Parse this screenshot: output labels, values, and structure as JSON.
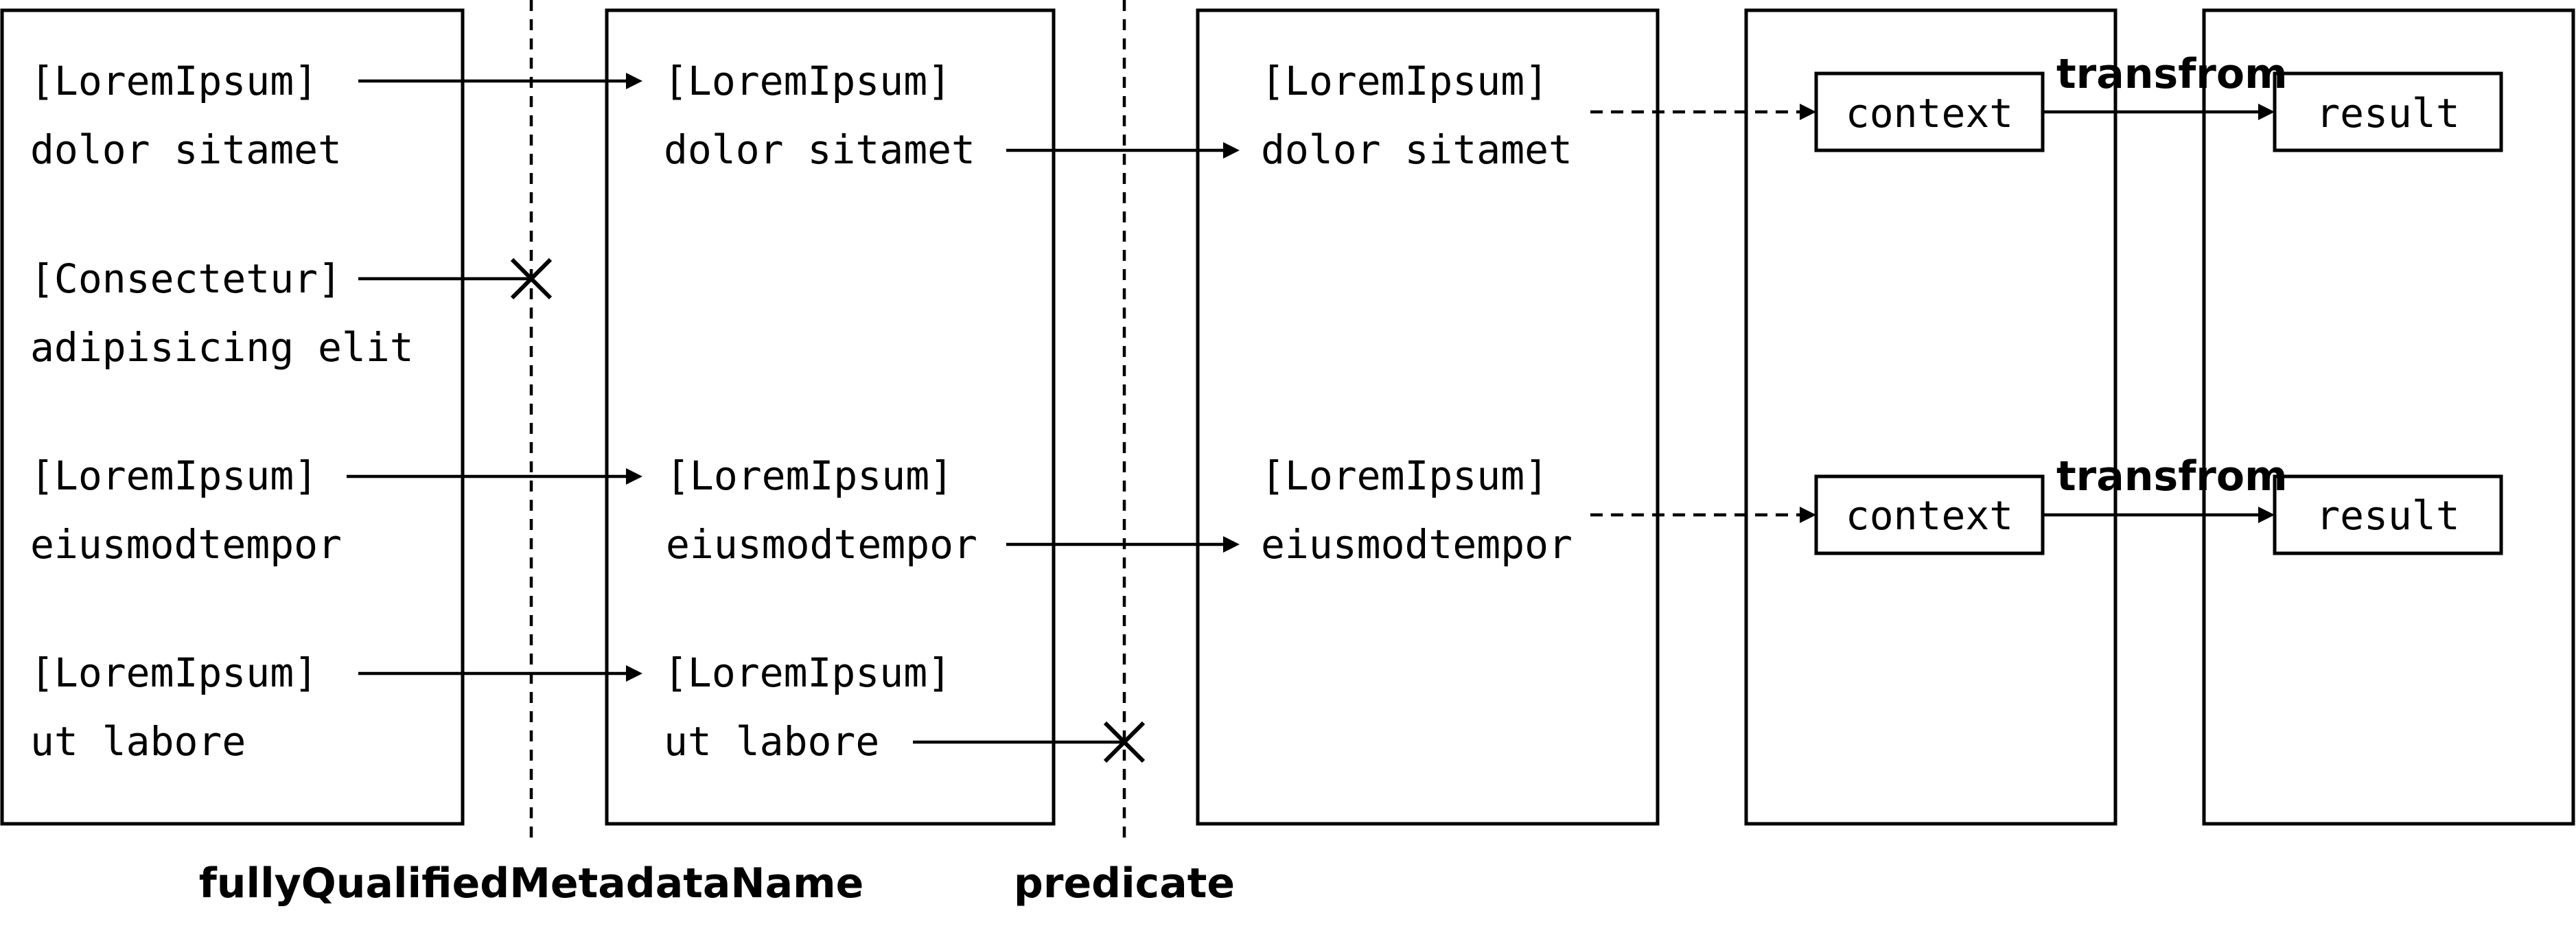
{
  "columns": {
    "source": {
      "items": [
        {
          "tag": "[LoremIpsum]",
          "text": "dolor sitamet"
        },
        {
          "tag": "[Consectetur]",
          "text": "adipisicing elit"
        },
        {
          "tag": "[LoremIpsum]",
          "text": "eiusmodtempor"
        },
        {
          "tag": "[LoremIpsum]",
          "text": "ut labore"
        }
      ]
    },
    "filtered": {
      "items": [
        {
          "tag": "[LoremIpsum]",
          "text": "dolor sitamet"
        },
        {
          "tag": "[LoremIpsum]",
          "text": "eiusmodtempor"
        },
        {
          "tag": "[LoremIpsum]",
          "text": "ut labore"
        }
      ]
    },
    "selected": {
      "items": [
        {
          "tag": "[LoremIpsum]",
          "text": "dolor sitamet"
        },
        {
          "tag": "[LoremIpsum]",
          "text": "eiusmodtempor"
        }
      ]
    },
    "context": {
      "boxes": [
        "context",
        "context"
      ]
    },
    "result": {
      "boxes": [
        "result",
        "result"
      ]
    }
  },
  "edge_labels": [
    "transfrom",
    "transfrom"
  ],
  "dividers": {
    "first": "fullyQualifiedMetadataName",
    "second": "predicate"
  }
}
